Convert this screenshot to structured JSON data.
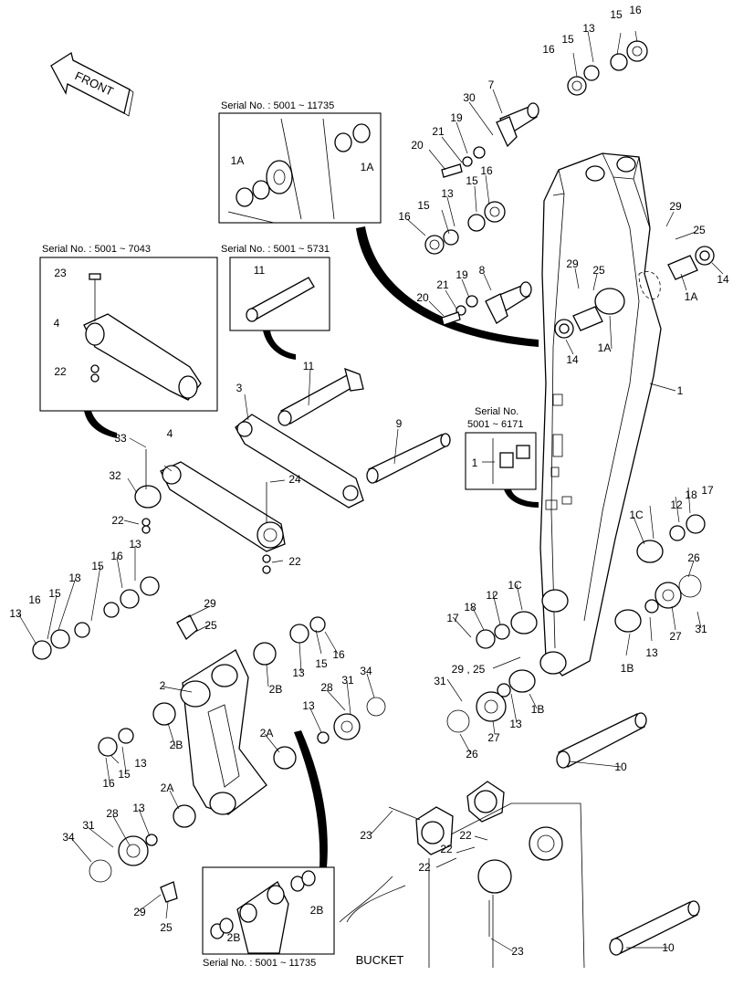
{
  "front_label": "FRONT",
  "bottom_label": "BUCKET",
  "serial_boxes": {
    "top_center": "Serial No. : 5001 ~ 11735",
    "left_link": "Serial No. : 5001 ~ 7043",
    "left_pin": "Serial No. : 5001 ~ 5731",
    "right_small_line1": "Serial No.",
    "right_small_line2": "5001 ~ 6171",
    "bottom": "Serial No. : 5001 ~ 11735"
  },
  "part_numbers": {
    "n1": "1",
    "n1A": "1A",
    "n1B": "1B",
    "n1C": "1C",
    "n2": "2",
    "n2A": "2A",
    "n2B": "2B",
    "n3": "3",
    "n4": "4",
    "n7": "7",
    "n8": "8",
    "n9": "9",
    "n10": "10",
    "n11": "11",
    "n12": "12",
    "n13": "13",
    "n14": "14",
    "n15": "15",
    "n16": "16",
    "n17": "17",
    "n18": "18",
    "n19": "19",
    "n20": "20",
    "n21": "21",
    "n22": "22",
    "n23": "23",
    "n24": "24",
    "n25": "25",
    "n26": "26",
    "n27": "27",
    "n28": "28",
    "n29": "29",
    "n29_25": "29 , 25",
    "n30": "30",
    "n31": "31",
    "n32": "32",
    "n33": "33",
    "n34": "34"
  }
}
